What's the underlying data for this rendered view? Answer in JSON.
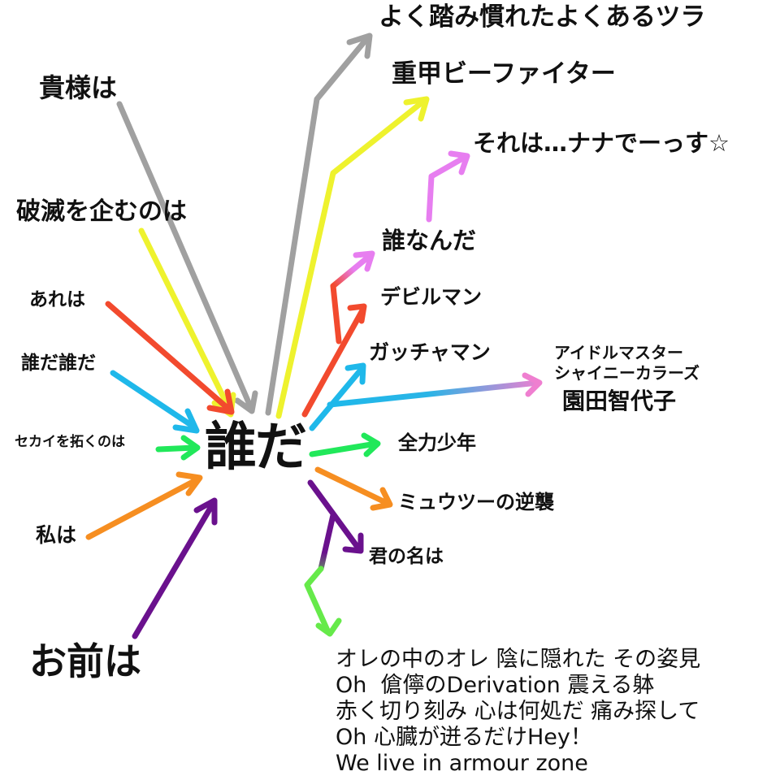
{
  "center": {
    "text": "誰だ"
  },
  "outgoing": [
    {
      "id": "yoku",
      "text": "よく踏み慣れたよくあるツラ",
      "color": "#a0a0a0"
    },
    {
      "id": "juukou",
      "text": "重甲ビーファイター",
      "color": "#eef22e"
    },
    {
      "id": "nana",
      "text": "それは…ナナでーっす☆",
      "color": "#e77ef0"
    },
    {
      "id": "darenanda",
      "text": "誰なんだ",
      "color": "#e77ef0"
    },
    {
      "id": "devilman",
      "text": "デビルマン",
      "color": "#f24a2e"
    },
    {
      "id": "gatchaman",
      "text": "ガッチャマン",
      "color": "#1fb8ea"
    },
    {
      "id": "idolmaster",
      "text": "アイドルマスター シャイニーカラーズ 園田智代子",
      "line1": "アイドルマスター",
      "line2": "シャイニーカラーズ",
      "line3": "園田智代子",
      "color": "#ef7fd0"
    },
    {
      "id": "zenryoku",
      "text": "全力少年",
      "color": "#21e85a"
    },
    {
      "id": "mewtwo",
      "text": "ミュウツーの逆襲",
      "color": "#f68e21"
    },
    {
      "id": "kiminona",
      "text": "君の名は",
      "color": "#6a118d"
    },
    {
      "id": "lyrics-branch",
      "color": "#66ea4a"
    }
  ],
  "incoming": [
    {
      "id": "kisama",
      "text": "貴様は",
      "color": "#a0a0a0"
    },
    {
      "id": "hametsu",
      "text": "破滅を企むのは",
      "color": "#eef22e"
    },
    {
      "id": "arewa",
      "text": "あれは",
      "color": "#f24a2e"
    },
    {
      "id": "daredare",
      "text": "誰だ誰だ",
      "color": "#1fb8ea"
    },
    {
      "id": "sekai",
      "text": "セカイを拓くのは",
      "color": "#21e85a"
    },
    {
      "id": "watashi",
      "text": "私は",
      "color": "#f68e21"
    },
    {
      "id": "omae",
      "text": "お前は",
      "color": "#6a118d"
    }
  ],
  "lyrics": [
    "オレの中のオレ 陰に隠れた その姿見",
    "Oh  傖儜のDerivation 震える躰",
    "赤く切り刻み 心は何処だ 痛み探して",
    "Oh 心臓が迸るだけHey！",
    "We live in armour zone"
  ]
}
